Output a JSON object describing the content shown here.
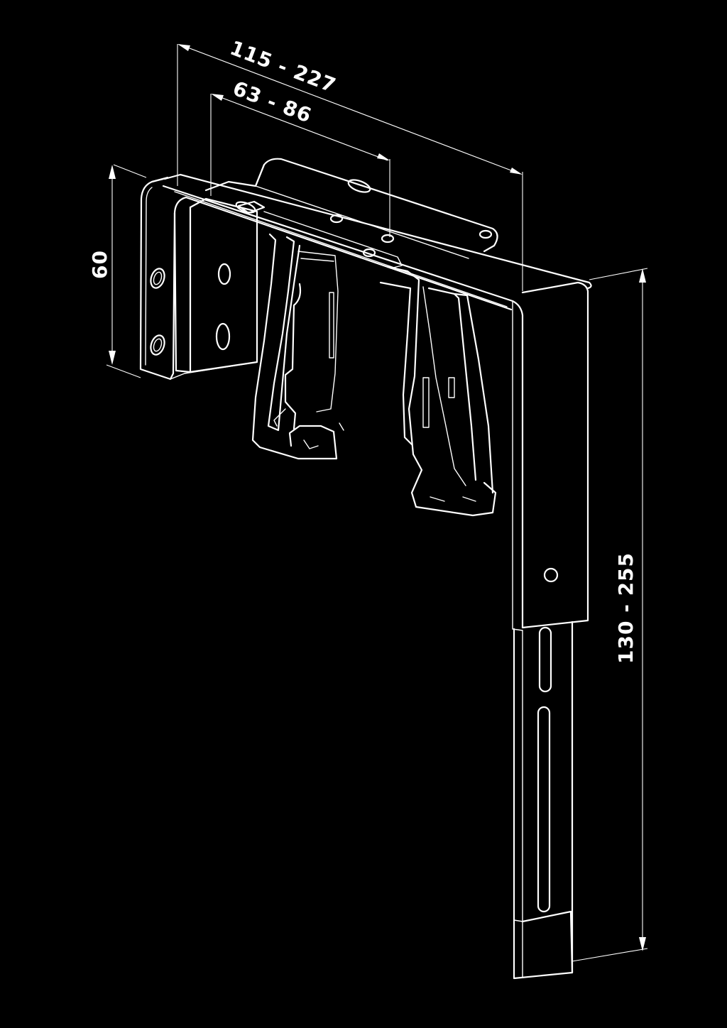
{
  "colors": {
    "background": "#000000",
    "line": "#ffffff"
  },
  "dimensions": {
    "overall_width": "115 - 227",
    "inner_width": "63 - 86",
    "bracket_height": "60",
    "drop_length": "130 - 255"
  }
}
